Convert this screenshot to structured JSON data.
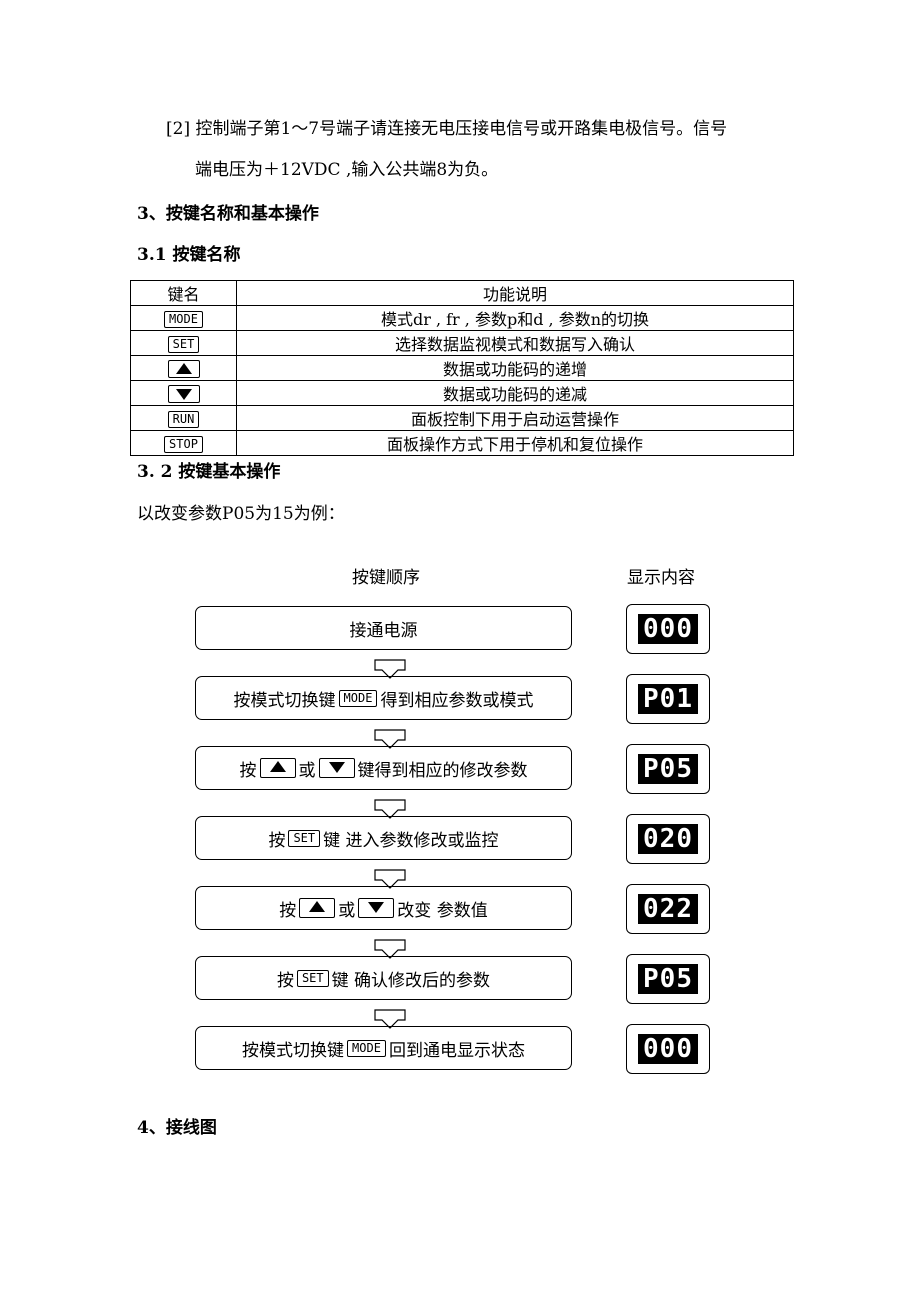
{
  "note": {
    "line1": "[2] 控制端子第1～7号端子请连接无电压接电信号或开路集电极信号。信号",
    "line2": "端电压为＋12VDC ,输入公共端8为负。"
  },
  "section3": {
    "title": "3、按键名称和基本操作",
    "sub1": "3.1 按键名称",
    "table": {
      "header": [
        "键名",
        "功能说明"
      ],
      "rows": [
        {
          "key": "MODE",
          "desc": "模式dr , fr , 参数p和d , 参数n的切换"
        },
        {
          "key": "SET",
          "desc": "选择数据监视模式和数据写入确认"
        },
        {
          "key": "up-arrow-icon",
          "desc": "数据或功能码的递增"
        },
        {
          "key": "down-arrow-icon",
          "desc": "数据或功能码的递减"
        },
        {
          "key": "RUN",
          "desc": "面板控制下用于启动运营操作"
        },
        {
          "key": "STOP",
          "desc": "面板操作方式下用于停机和复位操作"
        }
      ]
    },
    "sub2": "3. 2 按键基本操作",
    "example": "以改变参数P05为15为例："
  },
  "flow": {
    "col_left": "按键顺序",
    "col_right": "显示内容",
    "steps": [
      {
        "parts": [
          "接通电源"
        ],
        "display": "000"
      },
      {
        "parts": [
          "按模式切换键",
          "MODE",
          " 得到相应参数或模式"
        ],
        "display": "P01"
      },
      {
        "parts": [
          "按",
          "或",
          " 键得到相应的修改参数"
        ],
        "display": "P05"
      },
      {
        "parts": [
          "按 ",
          "SET",
          " 键 进入参数修改或监控"
        ],
        "display": "020"
      },
      {
        "parts": [
          "按",
          "或",
          "改变 参数值"
        ],
        "display": "022"
      },
      {
        "parts": [
          "按 ",
          "SET",
          " 键 确认修改后的参数"
        ],
        "display": "P05"
      },
      {
        "parts": [
          "按模式切换键 ",
          "MODE",
          " 回到通电显示状态"
        ],
        "display": "000"
      }
    ]
  },
  "section4": {
    "title": "4、接线图"
  }
}
